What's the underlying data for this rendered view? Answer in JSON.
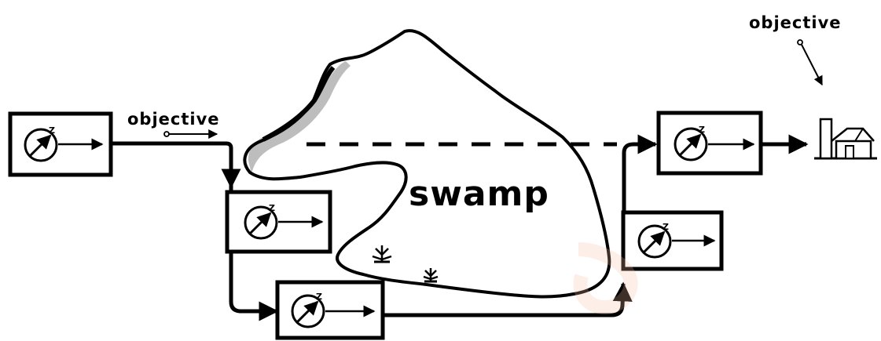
{
  "labels": {
    "objective_left": "objective",
    "objective_right": "objective",
    "swamp": "swamp"
  },
  "compass": {
    "north_letter": "Z"
  },
  "icons": [
    "compass-icon",
    "house-icon",
    "plant-icon"
  ],
  "colors": {
    "ink": "#000000",
    "paper": "#ffffff",
    "shading": "#bdbdbd"
  }
}
